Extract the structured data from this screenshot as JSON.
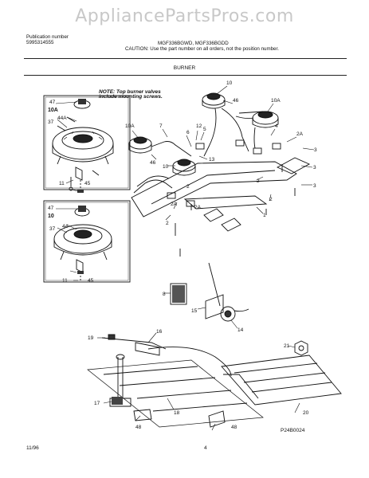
{
  "watermark": "AppliancePartsPros.com",
  "header": {
    "pub_label": "Publication number",
    "pub_number": "5995314555",
    "models": "MGF336BGWD, MGF336BGDD",
    "caution": "CAUTION:  Use the part number on all orders, not the position number."
  },
  "section_title": "BURNER",
  "note": [
    "NOTE: Top burner valves",
    "include mounting screws."
  ],
  "footer": {
    "date": "11/96",
    "page": "4",
    "code": "P24B0024"
  },
  "callouts": {
    "c47a": "47",
    "c10a_box": "10A",
    "c37a": "37",
    "c44a": "44A",
    "c11a": "11",
    "c45a": "45",
    "c47b": "47",
    "c10_box": "10",
    "c37b": "37",
    "c44": "44",
    "c11b": "11",
    "c45b": "45",
    "c10a_1": "10A",
    "c7": "7",
    "c46_1": "46",
    "c10_1": "10",
    "c13": "13",
    "c6": "6",
    "c5": "5",
    "c2a_1": "2A",
    "c10_top": "10",
    "c46_top": "46",
    "c10a_top": "10A",
    "c2a_top": "2A",
    "c4": "4",
    "c3a": "3",
    "c3b": "3",
    "c3c": "3",
    "c2a": "2",
    "c2b": "2",
    "c2c": "2",
    "c2d": "2",
    "c1": "1",
    "c2a_2": "2A",
    "c12": "12",
    "c8": "8",
    "c15": "15",
    "c14": "14",
    "c19": "19",
    "c16": "16",
    "c17": "17",
    "c18": "18",
    "c48a": "48",
    "c48b": "48",
    "c21": "21",
    "c20": "20"
  }
}
